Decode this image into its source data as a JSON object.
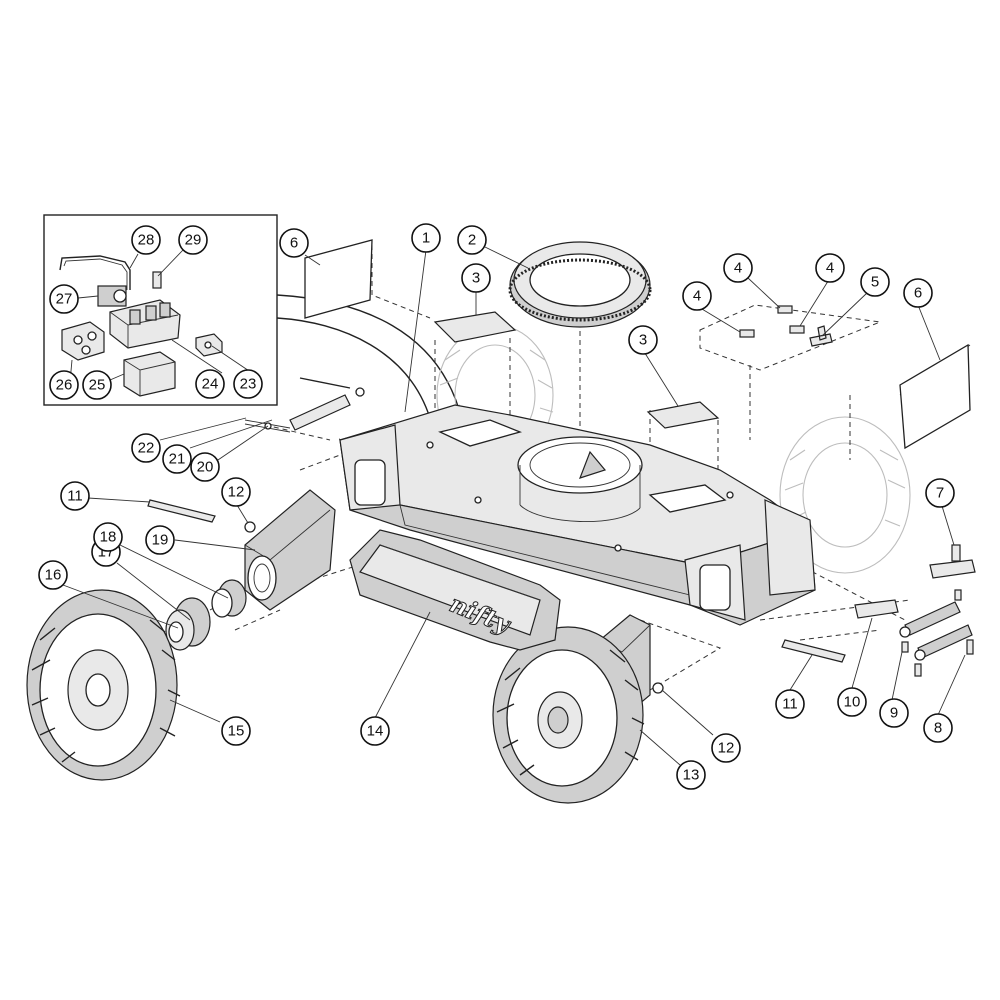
{
  "brand_text": "nifty",
  "callouts": [
    {
      "id": "c1",
      "label": "1"
    },
    {
      "id": "c2",
      "label": "2"
    },
    {
      "id": "c3a",
      "label": "3"
    },
    {
      "id": "c3b",
      "label": "3"
    },
    {
      "id": "c4a",
      "label": "4"
    },
    {
      "id": "c4b",
      "label": "4"
    },
    {
      "id": "c4c",
      "label": "4"
    },
    {
      "id": "c5",
      "label": "5"
    },
    {
      "id": "c6a",
      "label": "6"
    },
    {
      "id": "c6b",
      "label": "6"
    },
    {
      "id": "c7",
      "label": "7"
    },
    {
      "id": "c8",
      "label": "8"
    },
    {
      "id": "c9",
      "label": "9"
    },
    {
      "id": "c10",
      "label": "10"
    },
    {
      "id": "c11a",
      "label": "11"
    },
    {
      "id": "c11b",
      "label": "11"
    },
    {
      "id": "c12a",
      "label": "12"
    },
    {
      "id": "c12b",
      "label": "12"
    },
    {
      "id": "c13",
      "label": "13"
    },
    {
      "id": "c14",
      "label": "14"
    },
    {
      "id": "c15",
      "label": "15"
    },
    {
      "id": "c16",
      "label": "16"
    },
    {
      "id": "c17",
      "label": "17"
    },
    {
      "id": "c18",
      "label": "18"
    },
    {
      "id": "c19",
      "label": "19"
    },
    {
      "id": "c20",
      "label": "20"
    },
    {
      "id": "c21",
      "label": "21"
    },
    {
      "id": "c22",
      "label": "22"
    },
    {
      "id": "c23",
      "label": "23"
    },
    {
      "id": "c24",
      "label": "24"
    },
    {
      "id": "c25",
      "label": "25"
    },
    {
      "id": "c26",
      "label": "26"
    },
    {
      "id": "c27",
      "label": "27"
    },
    {
      "id": "c28",
      "label": "28"
    },
    {
      "id": "c29",
      "label": "29"
    }
  ]
}
